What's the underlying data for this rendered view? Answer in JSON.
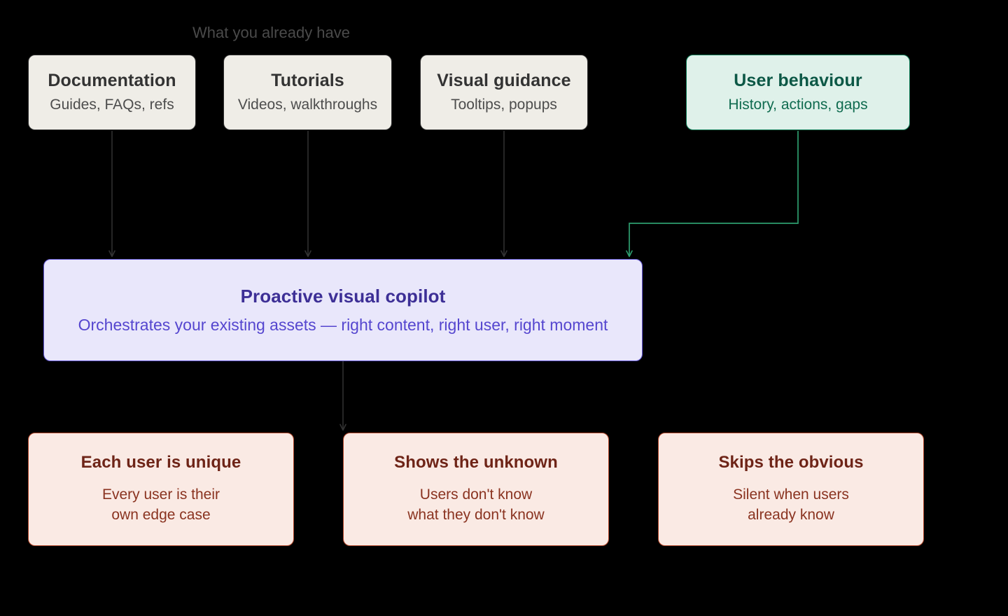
{
  "diagram": {
    "type": "flowchart",
    "background": "#000000",
    "caption": {
      "text": "What you already have",
      "color": "#4a4a4a"
    },
    "palette": {
      "source_fill": "#efede7",
      "source_stroke": "#2e2e2e",
      "source_text": "#333333",
      "behaviour_fill": "#dff1ea",
      "behaviour_stroke": "#0b7a55",
      "behaviour_text": "#0c5846",
      "copilot_fill": "#e9e7fb",
      "copilot_stroke": "#6257d4",
      "copilot_text": "#3d2f96",
      "outcome_fill": "#faeae4",
      "outcome_stroke": "#b4482b",
      "outcome_text": "#6e2417",
      "edge_grey": "#333333",
      "edge_green": "#2e9e6f"
    },
    "sources": [
      {
        "id": "documentation",
        "title": "Documentation",
        "subtitle": "Guides, FAQs, refs"
      },
      {
        "id": "tutorials",
        "title": "Tutorials",
        "subtitle": "Videos, walkthroughs"
      },
      {
        "id": "visual-guidance",
        "title": "Visual guidance",
        "subtitle": "Tooltips, popups"
      }
    ],
    "behaviour": {
      "id": "user-behaviour",
      "title": "User behaviour",
      "subtitle": "History, actions, gaps"
    },
    "copilot": {
      "id": "proactive-visual-copilot",
      "title": "Proactive visual copilot",
      "subtitle": "Orchestrates your existing assets — right content, right user, right moment"
    },
    "outcomes": [
      {
        "id": "each-user-is-unique",
        "title": "Each user is unique",
        "subtitle_line1": "Every user is their",
        "subtitle_line2": "own edge case"
      },
      {
        "id": "shows-the-unknown",
        "title": "Shows the unknown",
        "subtitle_line1": "Users don't know",
        "subtitle_line2": "what they don't know"
      },
      {
        "id": "skips-the-obvious",
        "title": "Skips the obvious",
        "subtitle_line1": "Silent when users",
        "subtitle_line2": "already know"
      }
    ],
    "edges": [
      {
        "from": "documentation",
        "to": "proactive-visual-copilot",
        "style": "grey"
      },
      {
        "from": "tutorials",
        "to": "proactive-visual-copilot",
        "style": "grey"
      },
      {
        "from": "visual-guidance",
        "to": "proactive-visual-copilot",
        "style": "grey"
      },
      {
        "from": "user-behaviour",
        "to": "proactive-visual-copilot",
        "style": "green"
      },
      {
        "from": "proactive-visual-copilot",
        "to": "shows-the-unknown",
        "style": "grey"
      }
    ]
  }
}
